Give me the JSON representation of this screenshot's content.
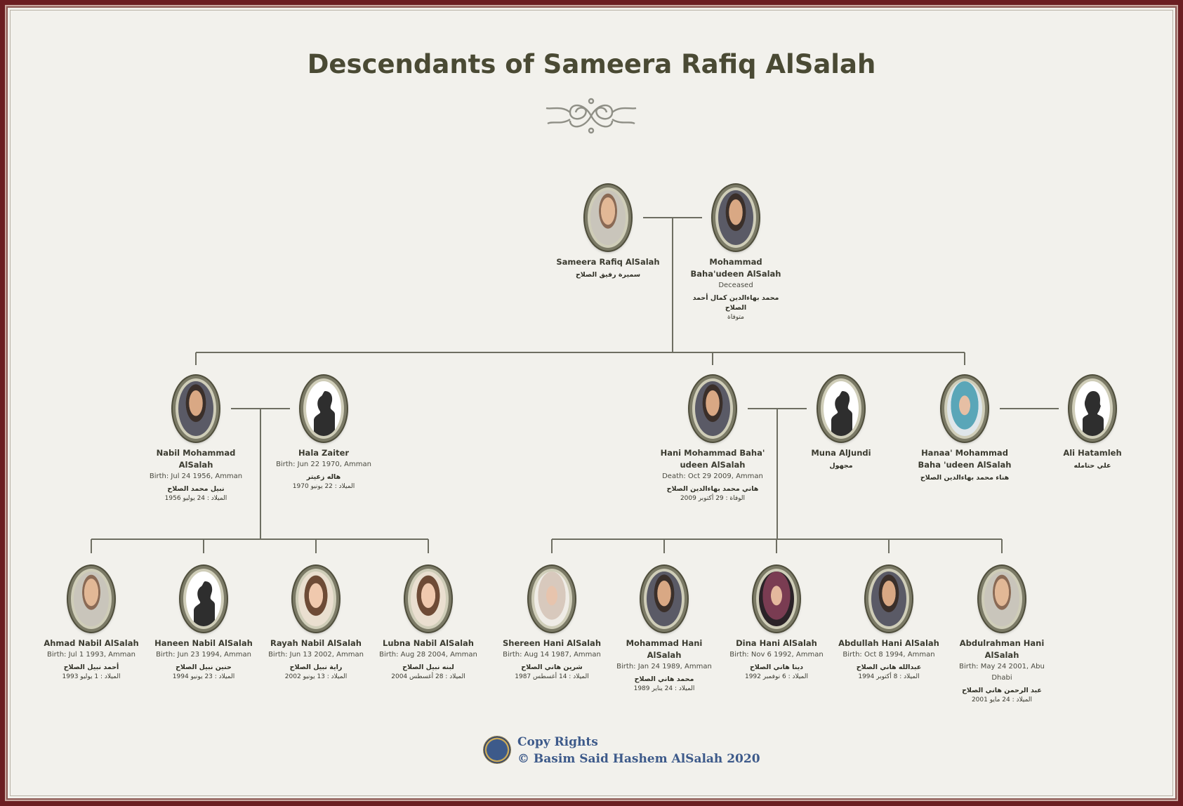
{
  "title": "Descendants of Sameera Rafiq AlSalah",
  "colors": {
    "frame": "#6b1e22",
    "background": "#f2f1ec",
    "title": "#4a4a34",
    "lines": "#6e6e62",
    "copyright": "#3d5a8a"
  },
  "people": {
    "sameera": {
      "name": "Sameera Rafiq AlSalah",
      "ar1": "سميرة رفيق الصلاح"
    },
    "mohammad": {
      "name": "Mohammad Baha'udeen AlSalah",
      "status": "Deceased",
      "ar1": "محمد بهاءالدين كمال أحمد الصلاح",
      "ar2": "متوفاة"
    },
    "nabil": {
      "name": "Nabil Mohammad AlSalah",
      "birth": "Birth: Jul 24 1956, Amman",
      "ar1": "نبيل محمد الصلاح",
      "ar2": "الميلاد : 24 يوليو 1956"
    },
    "hala": {
      "name": "Hala Zaiter",
      "birth": "Birth: Jun 22 1970, Amman",
      "ar1": "هاله زعيتر",
      "ar2": "الميلاد : 22 يونيو 1970"
    },
    "hani": {
      "name": "Hani Mohammad Baha' udeen AlSalah",
      "death": "Death: Oct 29 2009, Amman",
      "ar1": "هاني محمد بهاءالدين الصلاح",
      "ar2": "الوفاة : 29 أكتوبر 2009"
    },
    "muna": {
      "name": "Muna AlJundi",
      "ar1": "مجهول"
    },
    "hanaa": {
      "name": "Hanaa' Mohammad Baha 'udeen AlSalah",
      "ar1": "هناء محمد بهاءالدين الصلاح"
    },
    "ali": {
      "name": "Ali Hatamleh",
      "ar1": "علي حتامله"
    },
    "ahmad": {
      "name": "Ahmad Nabil AlSalah",
      "birth": "Birth: Jul 1 1993, Amman",
      "ar1": "أحمد نبيل الصلاح",
      "ar2": "الميلاد : 1 يوليو 1993"
    },
    "haneen": {
      "name": "Haneen Nabil AlSalah",
      "birth": "Birth: Jun 23 1994, Amman",
      "ar1": "حنين نبيل الصلاح",
      "ar2": "الميلاد : 23 يونيو 1994"
    },
    "rayah": {
      "name": "Rayah Nabil AlSalah",
      "birth": "Birth: Jun 13 2002, Amman",
      "ar1": "راية نبيل الصلاح",
      "ar2": "الميلاد : 13 يونيو 2002"
    },
    "lubna": {
      "name": "Lubna Nabil AlSalah",
      "birth": "Birth: Aug 28 2004, Amman",
      "ar1": "لبنه نبيل الصلاح",
      "ar2": "الميلاد : 28 أغسطس 2004"
    },
    "shereen": {
      "name": "Shereen Hani AlSalah",
      "birth": "Birth: Aug 14 1987, Amman",
      "ar1": "شرين هاني الصلاح",
      "ar2": "الميلاد : 14 أغسطس 1987"
    },
    "mohhani": {
      "name": "Mohammad Hani AlSalah",
      "birth": "Birth: Jan 24 1989, Amman",
      "ar1": "محمد هاني الصلاح",
      "ar2": "الميلاد : 24 يناير 1989"
    },
    "dina": {
      "name": "Dina Hani AlSalah",
      "birth": "Birth: Nov 6 1992, Amman",
      "ar1": "دينا هاني الصلاح",
      "ar2": "الميلاد : 6 نوفمبر 1992"
    },
    "abdullah": {
      "name": "Abdullah Hani AlSalah",
      "birth": "Birth: Oct 8 1994, Amman",
      "ar1": "عبدالله هاني الصلاح",
      "ar2": "الميلاد : 8 أكتوبر 1994"
    },
    "abdulrahman": {
      "name": "Abdulrahman Hani AlSalah",
      "birth": "Birth: May 24 2001, Abu Dhabi",
      "ar1": "عبد الرحمن هاني الصلاح",
      "ar2": "الميلاد : 24 مايو 2001"
    }
  },
  "copyright": {
    "line1": "Copy Rights",
    "line2": "© Basim Said Hashem AlSalah 2020"
  }
}
